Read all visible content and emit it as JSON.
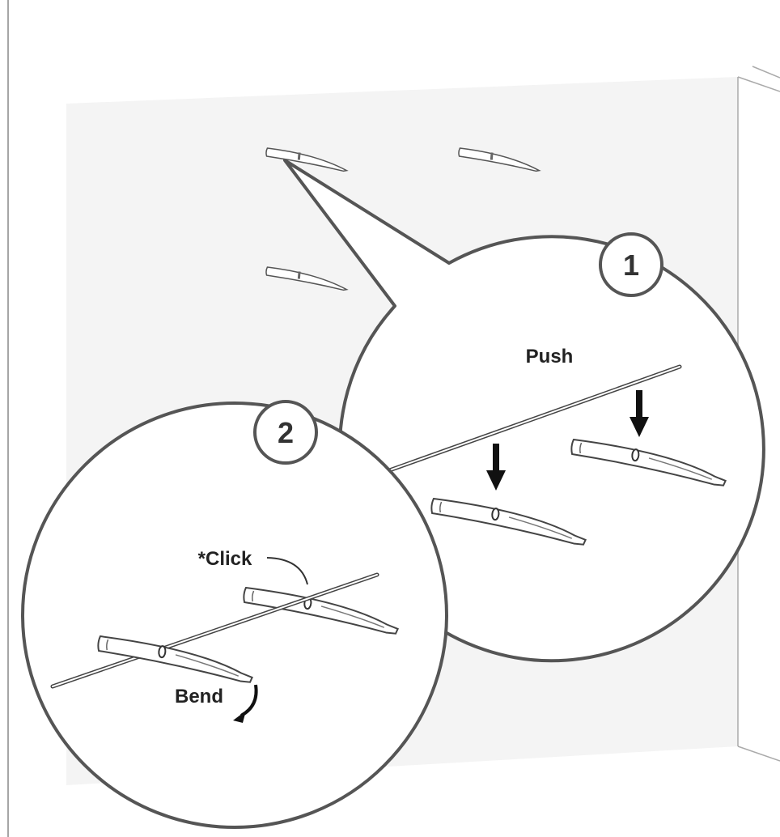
{
  "labels": {
    "step1": "1",
    "step2": "2",
    "push": "Push",
    "click": "*Click",
    "bend": "Bend"
  },
  "colors": {
    "wall": "#f4f4f4",
    "outline": "#555555",
    "arrow": "#111111"
  }
}
